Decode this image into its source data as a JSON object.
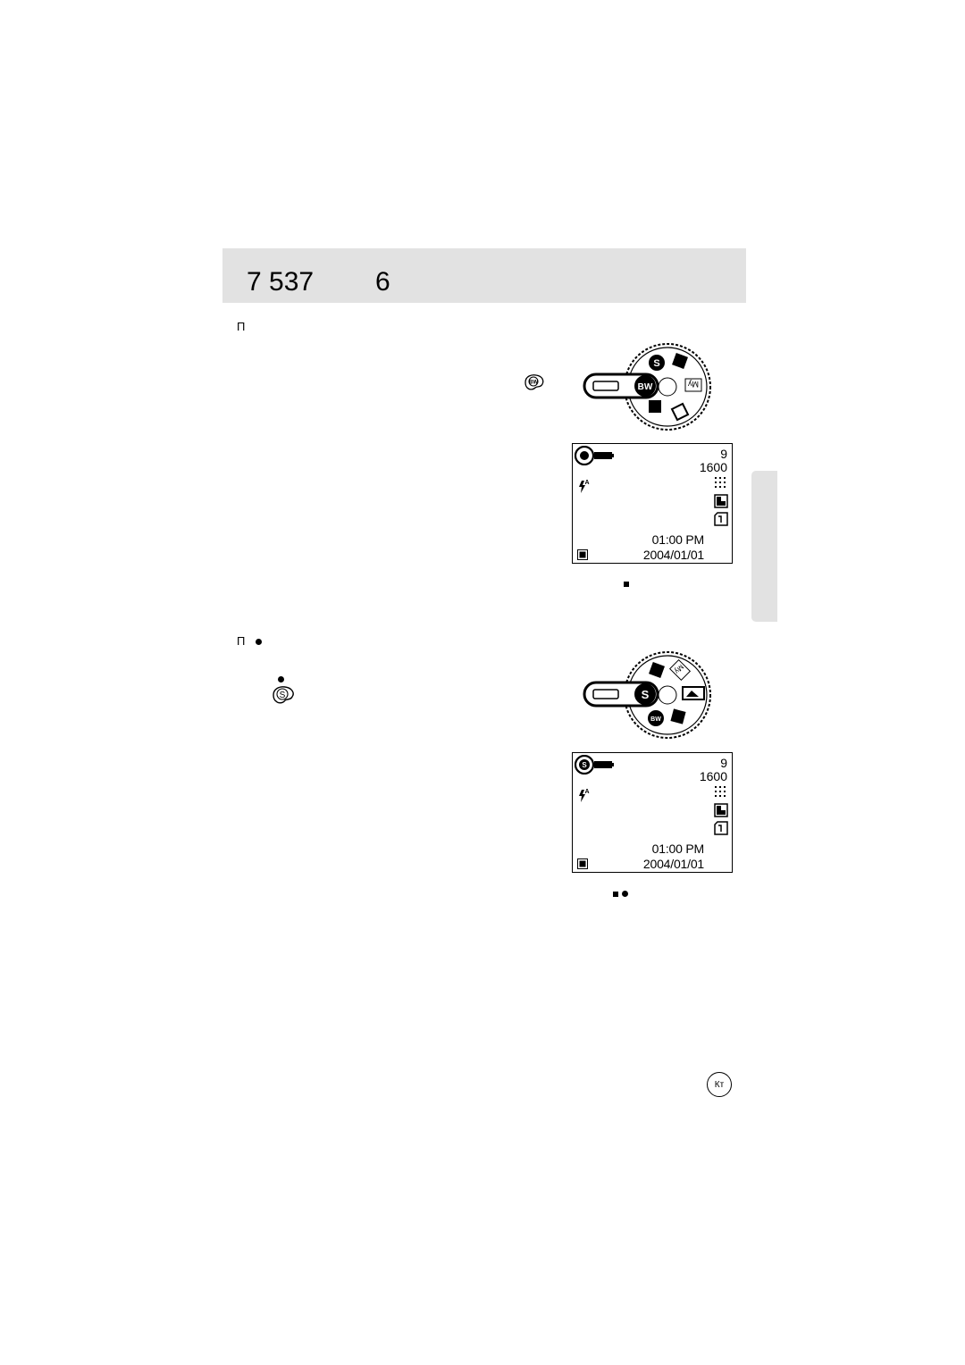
{
  "header": {
    "title_left": "7 537",
    "title_right": "6"
  },
  "section1": {
    "marker": "П"
  },
  "section2": {
    "marker": "П"
  },
  "lcd1": {
    "shots": "9",
    "resolution": "1600",
    "time": "01:00 PM",
    "date": "2004/01/01"
  },
  "lcd2": {
    "shots": "9",
    "resolution": "1600",
    "time": "01:00 PM",
    "date": "2004/01/01"
  },
  "page": {
    "badge": "Кт"
  },
  "icons": {
    "mode_dial": "mode-dial-icon",
    "bw_mode": "black-white-mode-icon",
    "sepia_mode": "sepia-mode-icon",
    "flash_auto": "flash-auto-icon",
    "quality": "quality-icon",
    "metering": "metering-icon",
    "card": "memory-card-icon",
    "battery": "battery-icon"
  },
  "colors": {
    "header_band": "#e2e2e2",
    "side_tab": "#e2e2e2"
  }
}
